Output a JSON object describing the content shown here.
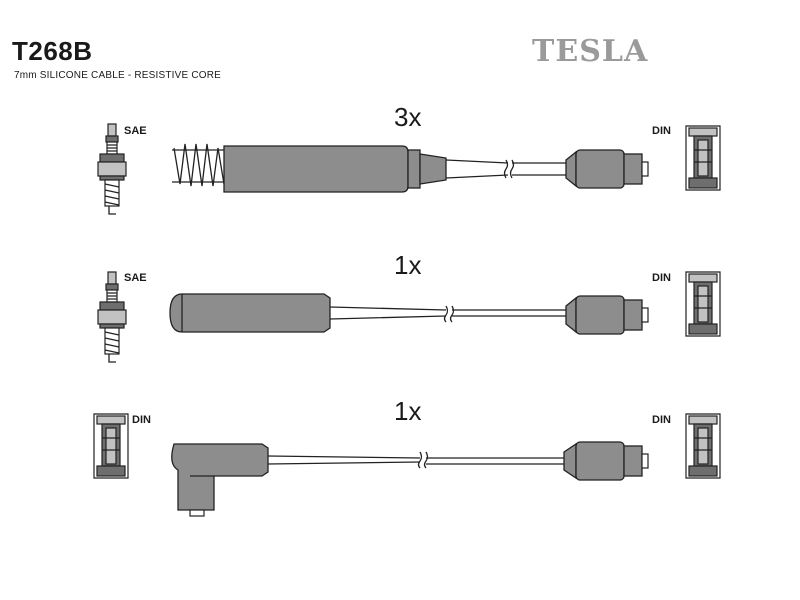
{
  "header": {
    "title": "T268B",
    "subtitle": "7mm SILICONE CABLE - RESISTIVE CORE",
    "brand": "TESLA"
  },
  "rows": [
    {
      "quantity": "3x",
      "left_label": "SAE",
      "right_label": "DIN"
    },
    {
      "quantity": "1x",
      "left_label": "SAE",
      "right_label": "DIN"
    },
    {
      "quantity": "1x",
      "left_label": "DIN",
      "right_label": "DIN"
    }
  ],
  "colors": {
    "boot": "#8d8d8d",
    "brand": "#9a9a9a",
    "line": "#222222"
  }
}
